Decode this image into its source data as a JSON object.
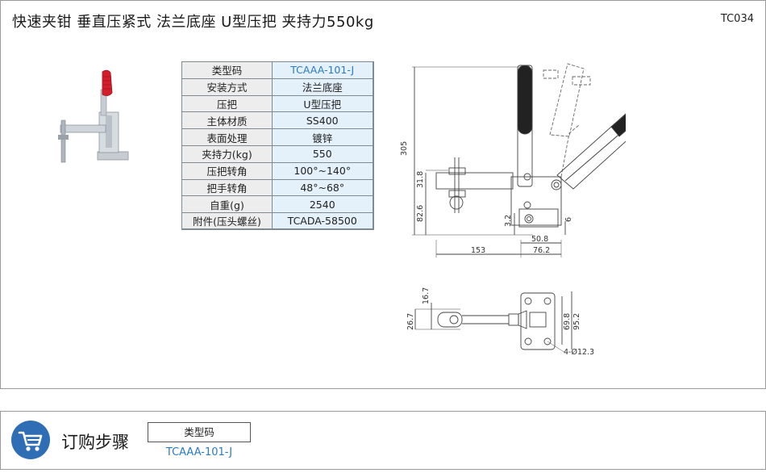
{
  "header": {
    "title": "快速夹钳  垂直压紧式  法兰底座  U型压把  夹持力550kg",
    "code": "TC034"
  },
  "spec_table": [
    {
      "label": "类型码",
      "value": "TCAAA-101-J"
    },
    {
      "label": "安装方式",
      "value": "法兰底座"
    },
    {
      "label": "压把",
      "value": "U型压把"
    },
    {
      "label": "主体材质",
      "value": "SS400"
    },
    {
      "label": "表面处理",
      "value": "镀锌"
    },
    {
      "label": "夹持力(kg)",
      "value": "550"
    },
    {
      "label": "压把转角",
      "value": "100°~140°"
    },
    {
      "label": "把手转角",
      "value": "48°~68°"
    },
    {
      "label": "自重(g)",
      "value": "2540"
    },
    {
      "label": "附件(压头螺丝)",
      "value": "TCADA-58500"
    }
  ],
  "drawing_dims": {
    "height": "305",
    "d_318": "31.8",
    "d_826": "82.6",
    "d_32": "3.2",
    "d_6": "6",
    "d_508": "50.8",
    "d_762": "76.2",
    "d_153": "153",
    "d_167": "16.7",
    "d_267": "26.7",
    "d_698": "69.8",
    "d_952": "95.2",
    "d_holes": "4-Ø12.3"
  },
  "order": {
    "title": "订购步骤",
    "header": "类型码",
    "value": "TCAAA-101-J"
  },
  "colors": {
    "accent": "#2f6db5",
    "link": "#2a7bc2",
    "handle": "#d41f2b"
  },
  "icons": {
    "cart": "shopping-cart-icon"
  }
}
